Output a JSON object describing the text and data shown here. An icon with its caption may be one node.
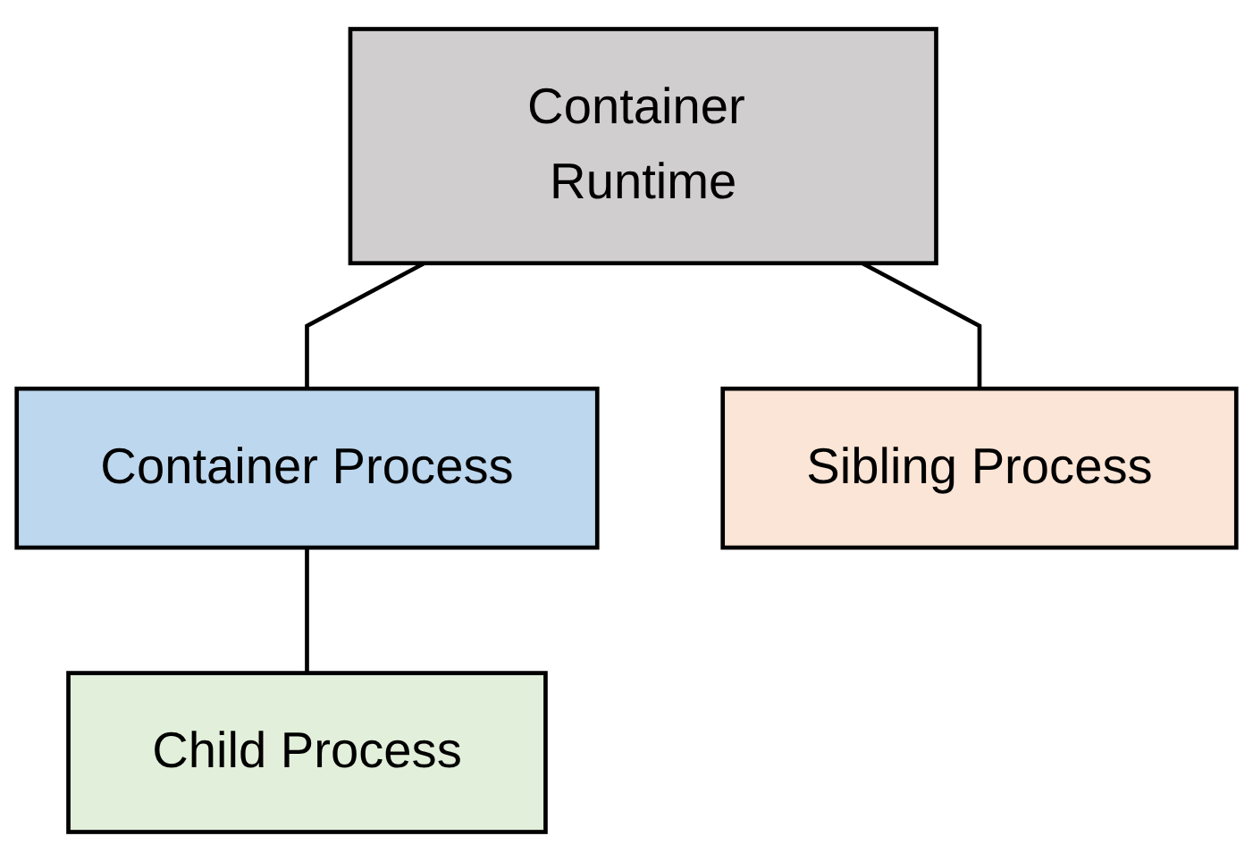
{
  "diagram": {
    "nodes": [
      {
        "text": [
          "Container Runtime"
        ]
      },
      {
        "text": [
          "Container Process"
        ]
      },
      {
        "text": [
          "Sibling Process"
        ]
      },
      {
        "text": [
          "Child Process"
        ]
      }
    ],
    "edges": [
      {
        "from": 0,
        "to": 1,
        "arrow": "none"
      },
      {
        "from": 0,
        "to": 2,
        "arrow": "none"
      },
      {
        "from": 1,
        "to": 3,
        "arrow": "none"
      }
    ]
  }
}
